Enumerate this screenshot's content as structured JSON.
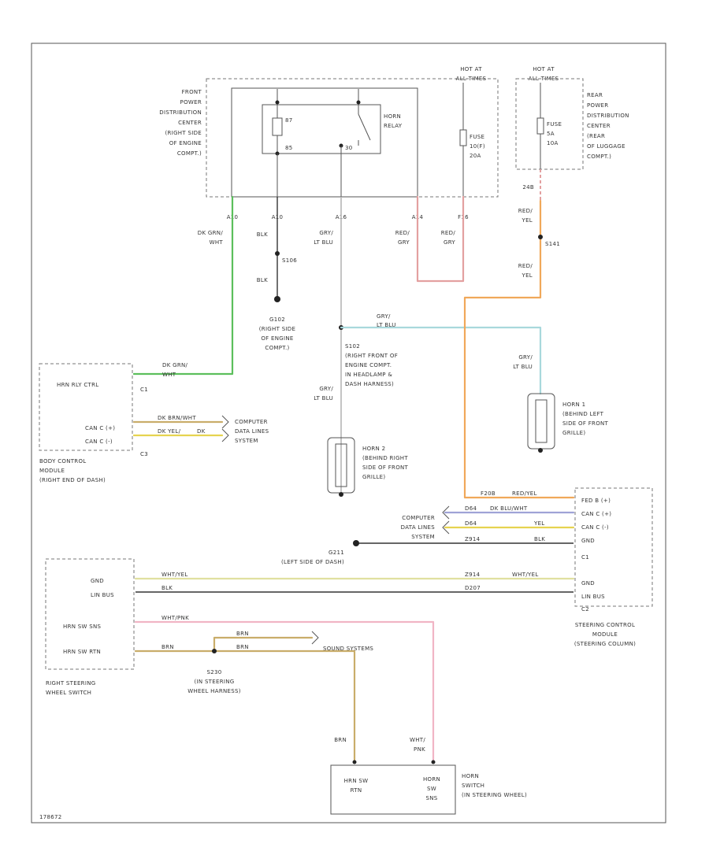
{
  "colors": {
    "dk_grn_wht": "#5cbf5c",
    "red_gry": "#e3a0a0",
    "red_yel": "#f0a85a",
    "gry_lt_blu": "#a8d8dc",
    "brn_wht": "#c9ad6a",
    "dk_blu_wht": "#9fa3d6",
    "wht_yel": "#e0e0a0",
    "yel_drk": "#e6d350",
    "wht_pnk": "#f1b5c5",
    "blk": "#333333",
    "gry": "#b5b5b5"
  },
  "front_pdc": {
    "label": [
      "FRONT",
      "POWER",
      "DISTRIBUTION",
      "CENTER",
      "(RIGHT SIDE",
      "OF ENGINE",
      "COMPT.)"
    ],
    "relay_label": [
      "HORN",
      "RELAY"
    ],
    "relay_pin87": "87",
    "relay_pin85": "85",
    "relay_pin30": "30",
    "hot_at": [
      "HOT AT",
      "ALL TIMES"
    ],
    "fuse_label": [
      "FUSE",
      "10(F)",
      "20A"
    ],
    "pins": [
      "A10",
      "A10",
      "A16",
      "A14",
      "F16"
    ]
  },
  "rear_pdc": {
    "hot_at": [
      "HOT AT",
      "ALL TIMES"
    ],
    "fuse_label": [
      "FUSE",
      "5A",
      "10A"
    ],
    "label": [
      "REAR",
      "POWER",
      "DISTRIBUTION",
      "CENTER",
      "(REAR",
      "OF LUGGAGE",
      "COMPT.)"
    ],
    "pin": "24B"
  },
  "wires": {
    "dk_grn_wht": [
      "DK GRN/",
      "WHT"
    ],
    "blk": "BLK",
    "gry_lt_blu": [
      "GRY/",
      "LT BLU"
    ],
    "red_gry": [
      "RED/",
      "GRY"
    ],
    "red_gry2": [
      "RED/",
      "GRY"
    ],
    "red_yel_top": [
      "RED/",
      "YEL"
    ],
    "red_yel_bot": [
      "RED/",
      "YEL"
    ],
    "splice_s106": "S106",
    "splice_s141": "S141",
    "ground_g102": [
      "G102",
      "(RIGHT SIDE",
      "OF ENGINE",
      "COMPT.)"
    ],
    "splice_s102": [
      "S102",
      "(RIGHT FRONT OF",
      "ENGINE COMPT.",
      "IN HEADLAMP &",
      "DASH HARNESS)"
    ],
    "gry_lt_blu_horn1": [
      "GRY/",
      "LT BLU"
    ],
    "gry_lt_blu_mid": [
      "GRY/",
      "LT BLU"
    ]
  },
  "bcm": {
    "pins": [
      "HRN RLY CTRL",
      "CAN C (+)",
      "CAN C (-)"
    ],
    "connectors": [
      "C1",
      "C3"
    ],
    "wire_labels": [
      "DK GRN/",
      "WHT",
      "DK BRN/WHT",
      "DK YEL/",
      "DK"
    ],
    "label": [
      "BODY CONTROL",
      "MODULE",
      "(RIGHT END OF DASH)"
    ],
    "computer_data": [
      "COMPUTER",
      "DATA LINES",
      "SYSTEM"
    ]
  },
  "horn2": [
    "HORN 2",
    "(BEHIND RIGHT",
    "SIDE OF FRONT",
    "GRILLE)"
  ],
  "horn1": [
    "HORN 1",
    "(BEHIND LEFT",
    "SIDE OF FRONT",
    "GRILLE)"
  ],
  "scm": {
    "pins": [
      "FED B (+)",
      "CAN C (+)",
      "CAN C (-)",
      "GND",
      "GND",
      "LIN BUS"
    ],
    "connectors": [
      "C1",
      "C2"
    ],
    "wire_labels": [
      "RED/YEL",
      "DK BLU/WHT",
      "YEL",
      "BLK",
      "WHT/YEL",
      "BLK"
    ],
    "circuit_labels": [
      "F20B",
      "D64",
      "D64",
      "Z914",
      "Z914",
      "D207"
    ],
    "label": [
      "STEERING CONTROL",
      "MODULE",
      "(STEERING COLUMN)"
    ],
    "computer_data": [
      "COMPUTER",
      "DATA LINES",
      "SYSTEM"
    ]
  },
  "ground_g211": [
    "G211",
    "(LEFT SIDE OF DASH)"
  ],
  "rsws": {
    "pins": [
      "GND",
      "LIN BUS",
      "HRN SW SNS",
      "HRN SW RTN"
    ],
    "wire_labels": [
      "WHT/YEL",
      "BLK",
      "WHT/PNK",
      "BRN"
    ],
    "label": [
      "RIGHT STEERING",
      "WHEEL SWITCH"
    ]
  },
  "splice_s230": [
    "S230",
    "(IN STEERING",
    "WHEEL HARNESS)"
  ],
  "sound_systems": "SOUND SYSTEMS",
  "brn_label": "BRN",
  "horn_switch": {
    "left": [
      "HRN SW",
      "RTN"
    ],
    "right": [
      "HORN",
      "SW",
      "SNS"
    ],
    "label": [
      "HORN",
      "SWITCH",
      "(IN STEERING WHEEL)"
    ],
    "wire_brn": "BRN",
    "wire_wht_pnk": [
      "WHT/",
      "PNK"
    ]
  },
  "figure_id": "178672"
}
